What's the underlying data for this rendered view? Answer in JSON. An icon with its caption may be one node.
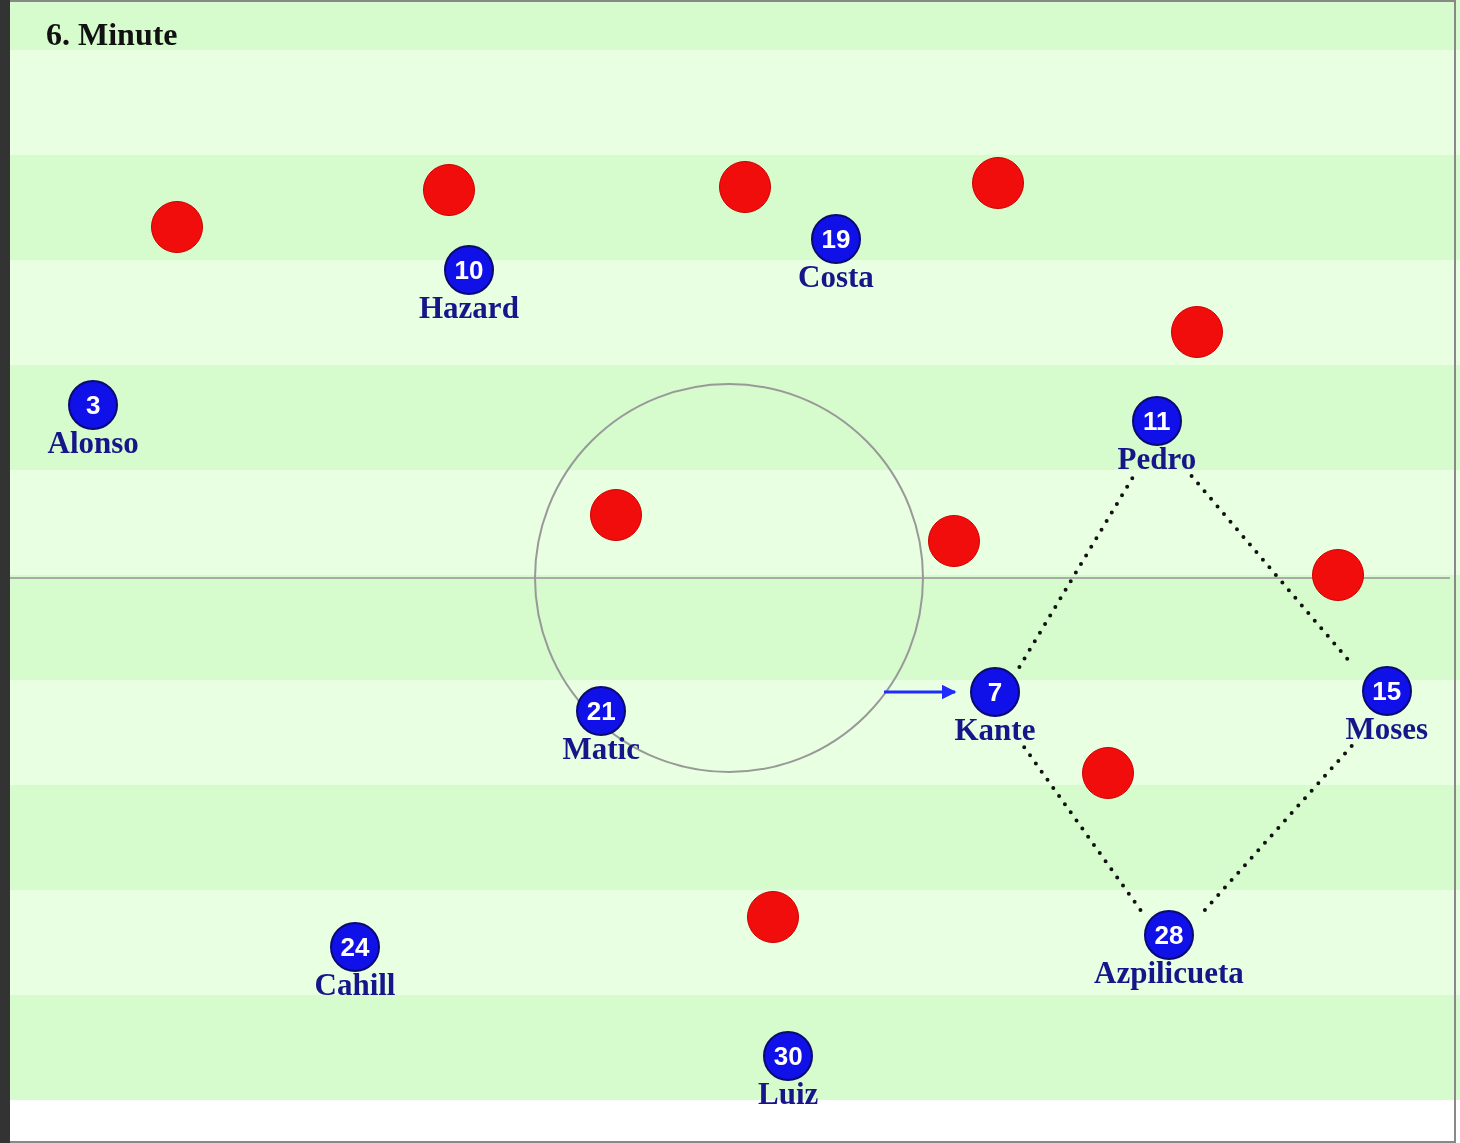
{
  "diagram": {
    "nodes": [
      {
        "text": [
          "10",
          "Hazard"
        ]
      },
      {
        "text": [
          "19",
          "Costa"
        ]
      },
      {
        "text": [
          "3",
          "Alonso"
        ]
      },
      {
        "text": [
          "11",
          "Pedro"
        ]
      },
      {
        "text": [
          "21",
          "Matic"
        ]
      },
      {
        "text": [
          "7",
          "Kante"
        ]
      },
      {
        "text": [
          "15",
          "Moses"
        ]
      },
      {
        "text": [
          "24",
          "Cahill"
        ]
      },
      {
        "text": [
          "28",
          "Azpilicueta"
        ]
      },
      {
        "text": [
          "30",
          "Luiz"
        ]
      },
      {
        "text": [],
        "shape": "circle"
      },
      {
        "text": [],
        "shape": "circle"
      },
      {
        "text": [],
        "shape": "circle"
      },
      {
        "text": [],
        "shape": "circle"
      },
      {
        "text": [],
        "shape": "circle"
      },
      {
        "text": [],
        "shape": "circle"
      },
      {
        "text": [],
        "shape": "circle"
      },
      {
        "text": [],
        "shape": "circle"
      },
      {
        "text": [],
        "shape": "circle"
      },
      {
        "text": [],
        "shape": "circle"
      }
    ],
    "edges": [
      {
        "from": 5,
        "to": 3,
        "arrow": "none",
        "style": "dashed"
      },
      {
        "from": 3,
        "to": 6,
        "arrow": "none",
        "style": "dashed"
      },
      {
        "from": 6,
        "to": 8,
        "arrow": "none",
        "style": "dashed"
      },
      {
        "from": 8,
        "to": 5,
        "arrow": "none",
        "style": "dashed"
      },
      {
        "from": null,
        "to": 5,
        "arrow": "to",
        "color": "#1f2bff"
      }
    ],
    "labels": [
      "6. Minute"
    ]
  }
}
